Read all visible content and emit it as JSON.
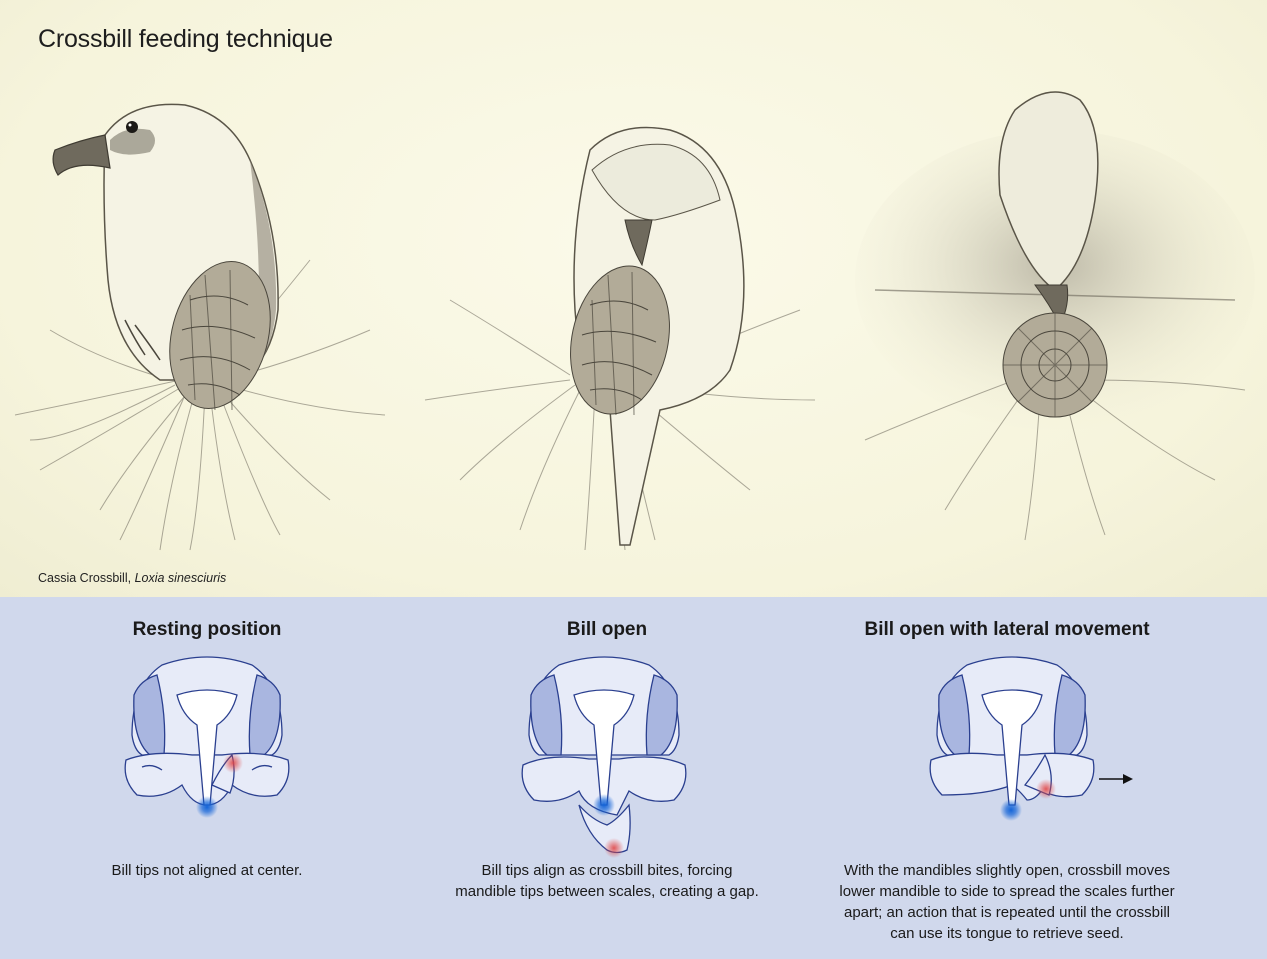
{
  "title": "Crossbill feeding technique",
  "credit": {
    "common_name": "Cassia Crossbill,",
    "scientific_name": "Loxia sinesciuris"
  },
  "stages": [
    {
      "heading": "Resting position",
      "caption": "Bill tips not aligned at center."
    },
    {
      "heading": "Bill open",
      "caption_lines": [
        "Bill tips align as crossbill bites, forcing",
        "mandible tips between scales, creating a gap."
      ]
    },
    {
      "heading": "Bill open with lateral movement",
      "caption_lines": [
        "With the mandibles slightly open, crossbill moves",
        "lower mandible to side to spread the scales further",
        "apart; an action that is repeated until the crossbill",
        "can use its tongue to retrieve seed."
      ]
    }
  ],
  "colors": {
    "top_background": "#f7f5df",
    "bottom_background": "#d0d8ec",
    "skull_outline": "#2a3f8f",
    "skull_fill_dark": "#a9b6e0",
    "skull_fill_light": "#e7ebf8",
    "upper_tip_marker": "#1565d8",
    "lower_tip_marker": "#e04848"
  }
}
